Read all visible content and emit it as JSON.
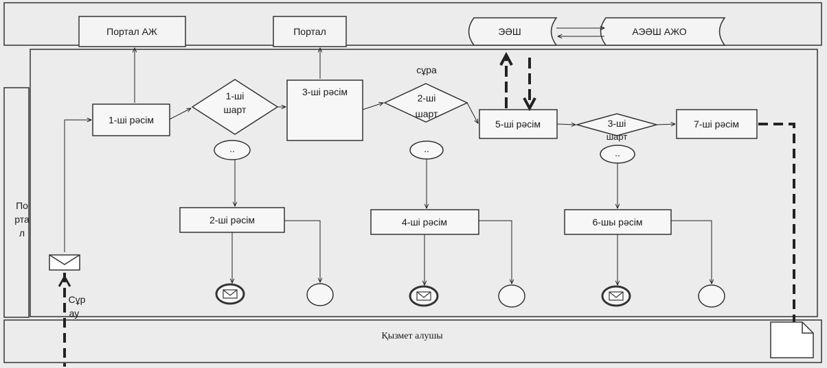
{
  "lanes": {
    "portal_lane": "Портал",
    "recipient_lane": "Қызмет алушы"
  },
  "systems": {
    "portal_azh": "Портал АЖ",
    "portal": "Портал",
    "eosh": "ЭӘШ",
    "aeosh_azho": "АЭӘШ АЖО"
  },
  "steps": {
    "s1": "1-ші рәсім",
    "s2": "2-ші рәсім",
    "s3": "3-ші рәсім",
    "s4": "4-ші рәсім",
    "s5": "5-ші рәсім",
    "s6": "6-шы рәсім",
    "s7": "7-ші рәсім"
  },
  "conditions": {
    "c1_line1": "1-ші",
    "c1_line2": "шарт",
    "c2_line0": "сұра",
    "c2_line1": "2-ші",
    "c2_line2": "шарт",
    "c3_line1": "3-ші",
    "c3_line2": "шарт",
    "ellipsis": ".."
  },
  "request": {
    "line1": "Сұр",
    "line2": "ау"
  }
}
